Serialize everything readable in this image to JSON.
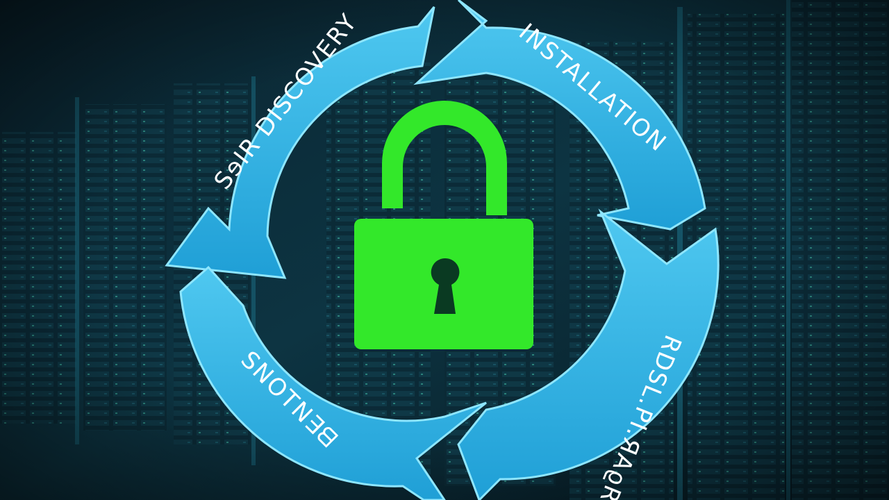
{
  "cycle": {
    "segments": [
      {
        "id": "discovery",
        "label": "SɘIR DISCOVERY"
      },
      {
        "id": "installation",
        "label": "INSTALLATION"
      },
      {
        "id": "upper-right-mirrored",
        "label": "RDSL.PI.ЯAϱR"
      },
      {
        "id": "lower-left-mirrored",
        "label": "SNOTN∃ᗺ"
      }
    ]
  },
  "colors": {
    "background": "#061a24",
    "server_rack": "#0e3442",
    "server_glow": "#1c6f86",
    "arrow_fill": "#2fb4e6",
    "arrow_edge": "#8ee6ff",
    "lock_fill": "#33e82a",
    "keyhole": "#0a3a22"
  },
  "icons": {
    "center": "padlock-icon",
    "arrows": "cycle-arrow-icon"
  }
}
